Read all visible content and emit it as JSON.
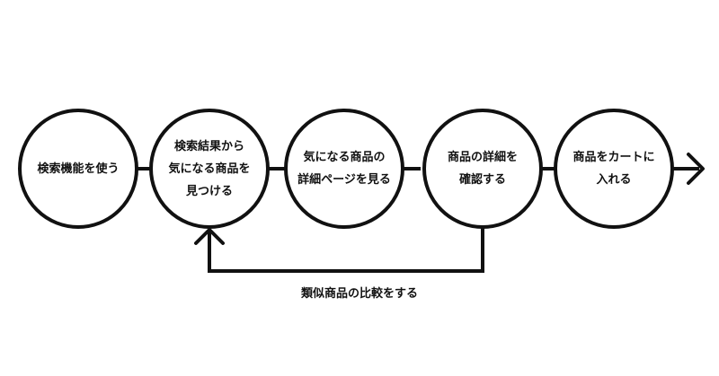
{
  "colors": {
    "stroke": "#111111",
    "fill": "#ffffff",
    "text": "#111111"
  },
  "nodes": [
    {
      "id": "use-search",
      "lines": [
        "検索機能を使う"
      ]
    },
    {
      "id": "find-item",
      "lines": [
        "検索結果から",
        "気になる商品を",
        "見つける"
      ]
    },
    {
      "id": "view-detail",
      "lines": [
        "気になる商品の",
        "詳細ページを見る"
      ]
    },
    {
      "id": "confirm-detail",
      "lines": [
        "商品の詳細を",
        "確認する"
      ]
    },
    {
      "id": "add-cart",
      "lines": [
        "商品をカートに",
        "入れる"
      ]
    }
  ],
  "loop": {
    "label": "類似商品の比較をする",
    "from": "confirm-detail",
    "to": "find-item"
  }
}
